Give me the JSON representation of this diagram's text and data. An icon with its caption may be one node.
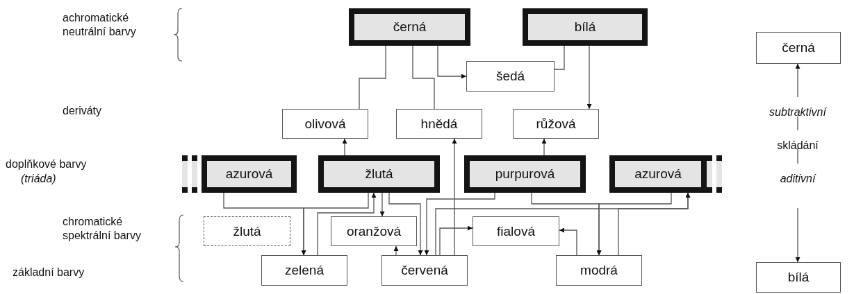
{
  "diagram": {
    "nodes": [
      {
        "text": [
          "černá"
        ]
      },
      {
        "text": [
          "bílá"
        ]
      },
      {
        "text": [
          "šedá"
        ]
      },
      {
        "text": [
          "olivová"
        ]
      },
      {
        "text": [
          "hnědá"
        ]
      },
      {
        "text": [
          "růžová"
        ]
      },
      {
        "text": [
          "azurová"
        ]
      },
      {
        "text": [
          "žlutá"
        ]
      },
      {
        "text": [
          "purpurová"
        ]
      },
      {
        "text": [
          "azurová"
        ]
      },
      {
        "text": [
          "žlutá"
        ]
      },
      {
        "text": [
          "oranžová"
        ]
      },
      {
        "text": [
          "fialová"
        ]
      },
      {
        "text": [
          "zelená"
        ]
      },
      {
        "text": [
          "červená"
        ]
      },
      {
        "text": [
          "modrá"
        ]
      },
      {
        "text": [
          "černá"
        ]
      },
      {
        "text": [
          "bílá"
        ]
      }
    ],
    "edges": [
      {
        "from": 0,
        "to": 2,
        "arrow": "to"
      },
      {
        "from": 1,
        "to": 2,
        "arrow": "none"
      },
      {
        "from": 0,
        "to": 3,
        "arrow": "none"
      },
      {
        "from": 0,
        "to": 4,
        "arrow": "none"
      },
      {
        "from": 1,
        "to": 5,
        "arrow": "to"
      },
      {
        "from": 7,
        "to": 3,
        "arrow": "to"
      },
      {
        "from": 14,
        "to": 4,
        "arrow": "to"
      },
      {
        "from": 8,
        "to": 5,
        "arrow": "to"
      },
      {
        "from": 6,
        "to": 13,
        "arrow": "to"
      },
      {
        "from": 7,
        "to": 13,
        "arrow": "to"
      },
      {
        "from": 13,
        "to": 7,
        "arrow": "to"
      },
      {
        "from": 7,
        "to": 11,
        "arrow": "to"
      },
      {
        "from": 14,
        "to": 11,
        "arrow": "to"
      },
      {
        "from": 7,
        "to": 14,
        "arrow": "to"
      },
      {
        "from": 8,
        "to": 14,
        "arrow": "to"
      },
      {
        "from": 14,
        "to": 12,
        "arrow": "to"
      },
      {
        "from": 15,
        "to": 12,
        "arrow": "to"
      },
      {
        "from": 8,
        "to": 15,
        "arrow": "to"
      },
      {
        "from": 9,
        "to": 15,
        "arrow": "to"
      },
      {
        "from": 15,
        "to": 9,
        "arrow": "to"
      },
      {
        "from": 14,
        "to": 9,
        "arrow": "to"
      },
      {
        "from": null,
        "to": 16,
        "arrow": "to"
      },
      {
        "from": null,
        "to": 17,
        "arrow": "to"
      }
    ],
    "labels": [
      "achromatické neutrální barvy",
      "deriváty",
      "doplňkové barvy",
      "(triáda)",
      "chromatické spektrální barvy",
      "základní barvy",
      "subtraktivní",
      "skládání",
      "aditivní"
    ]
  }
}
